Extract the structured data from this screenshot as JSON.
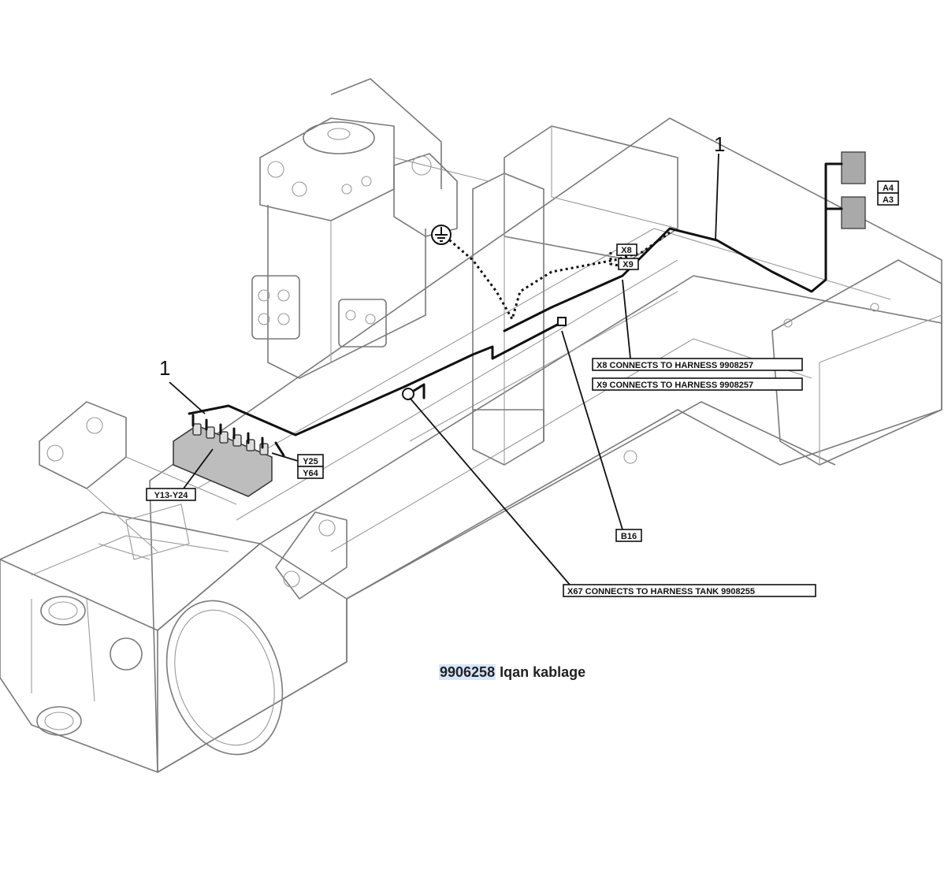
{
  "labels": {
    "callout_1_rear": "1",
    "callout_1_front": "1",
    "a4": "A4",
    "a3": "A3",
    "x8_short": "X8",
    "x9_short": "X9",
    "x8_note": "X8 CONNECTS TO HARNESS 9908257",
    "x9_note": "X9 CONNECTS TO HARNESS 9908257",
    "y25": "Y25",
    "y64": "Y64",
    "y13_y24": "Y13-Y24",
    "b16": "B16",
    "x67_note": "X67 CONNECTS TO HARNESS TANK 9908255"
  },
  "caption": {
    "part_number": "9906258",
    "text": " Iqan kablage"
  },
  "icons": {
    "ground": "ground-symbol-icon"
  }
}
